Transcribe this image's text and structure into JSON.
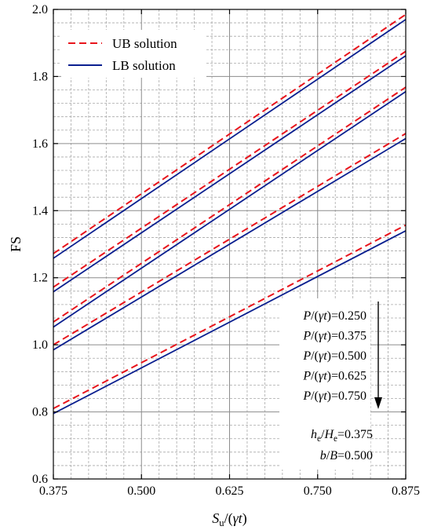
{
  "chart_data": {
    "type": "line",
    "xlabel_parts": [
      {
        "t": "S",
        "italic": true
      },
      {
        "t": "u",
        "sub": true
      },
      {
        "t": "/(",
        "italic": false
      },
      {
        "t": "γt",
        "italic": true
      },
      {
        "t": ")",
        "italic": false
      }
    ],
    "ylabel": "FS",
    "xlim": [
      0.375,
      0.875
    ],
    "ylim": [
      0.6,
      2.0
    ],
    "x_ticks": [
      "0.375",
      "0.500",
      "0.625",
      "0.750",
      "0.875"
    ],
    "y_ticks": [
      "0.6",
      "0.8",
      "1.0",
      "1.2",
      "1.4",
      "1.6",
      "1.8",
      "2.0"
    ],
    "grid": true,
    "legend": {
      "placement": "top-left",
      "entries": [
        {
          "label": "UB solution",
          "style": "dashed",
          "color": "#e8141c"
        },
        {
          "label": "LB solution",
          "style": "solid",
          "color": "#0a1f8f"
        }
      ]
    },
    "series": [
      {
        "param": "0.250",
        "ub": [
          [
            0.375,
            1.272
          ],
          [
            0.875,
            1.985
          ]
        ],
        "lb": [
          [
            0.375,
            1.258
          ],
          [
            0.875,
            1.97
          ]
        ]
      },
      {
        "param": "0.375",
        "ub": [
          [
            0.375,
            1.172
          ],
          [
            0.875,
            1.875
          ]
        ],
        "lb": [
          [
            0.375,
            1.158
          ],
          [
            0.875,
            1.862
          ]
        ]
      },
      {
        "param": "0.500",
        "ub": [
          [
            0.375,
            1.068
          ],
          [
            0.875,
            1.768
          ]
        ],
        "lb": [
          [
            0.375,
            1.053
          ],
          [
            0.875,
            1.755
          ]
        ]
      },
      {
        "param": "0.625",
        "ub": [
          [
            0.375,
            1.0
          ],
          [
            0.875,
            1.63
          ]
        ],
        "lb": [
          [
            0.375,
            0.985
          ],
          [
            0.875,
            1.615
          ]
        ]
      },
      {
        "param": "0.750",
        "ub": [
          [
            0.375,
            0.81
          ],
          [
            0.875,
            1.357
          ]
        ],
        "lb": [
          [
            0.375,
            0.795
          ],
          [
            0.875,
            1.34
          ]
        ]
      }
    ],
    "annotation": {
      "param_label_prefix": "P/(γt)=",
      "param_values": [
        "0.250",
        "0.375",
        "0.500",
        "0.625",
        "0.750"
      ],
      "arrow": "down",
      "fixed_params": [
        {
          "parts": [
            {
              "t": "h",
              "italic": true
            },
            {
              "t": "e",
              "sub": true
            },
            {
              "t": "/"
            },
            {
              "t": "H",
              "italic": true
            },
            {
              "t": "e",
              "sub": true
            },
            {
              "t": "=0.375"
            }
          ]
        },
        {
          "parts": [
            {
              "t": "b",
              "italic": true
            },
            {
              "t": "/"
            },
            {
              "t": "B",
              "italic": true
            },
            {
              "t": "=0.500"
            }
          ]
        }
      ]
    }
  }
}
